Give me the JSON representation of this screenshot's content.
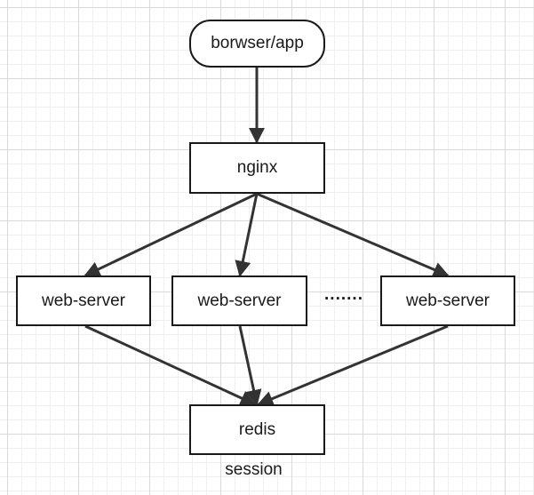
{
  "nodes": {
    "client": "borwser/app",
    "proxy": "nginx",
    "server_1": "web-server",
    "server_2": "web-server",
    "server_3": "web-server",
    "ellipsis": ".......",
    "cache": "redis",
    "cache_caption": "session"
  },
  "colors": {
    "stroke": "#333333",
    "border": "#1a1a1a",
    "text": "#1a1a1a"
  }
}
